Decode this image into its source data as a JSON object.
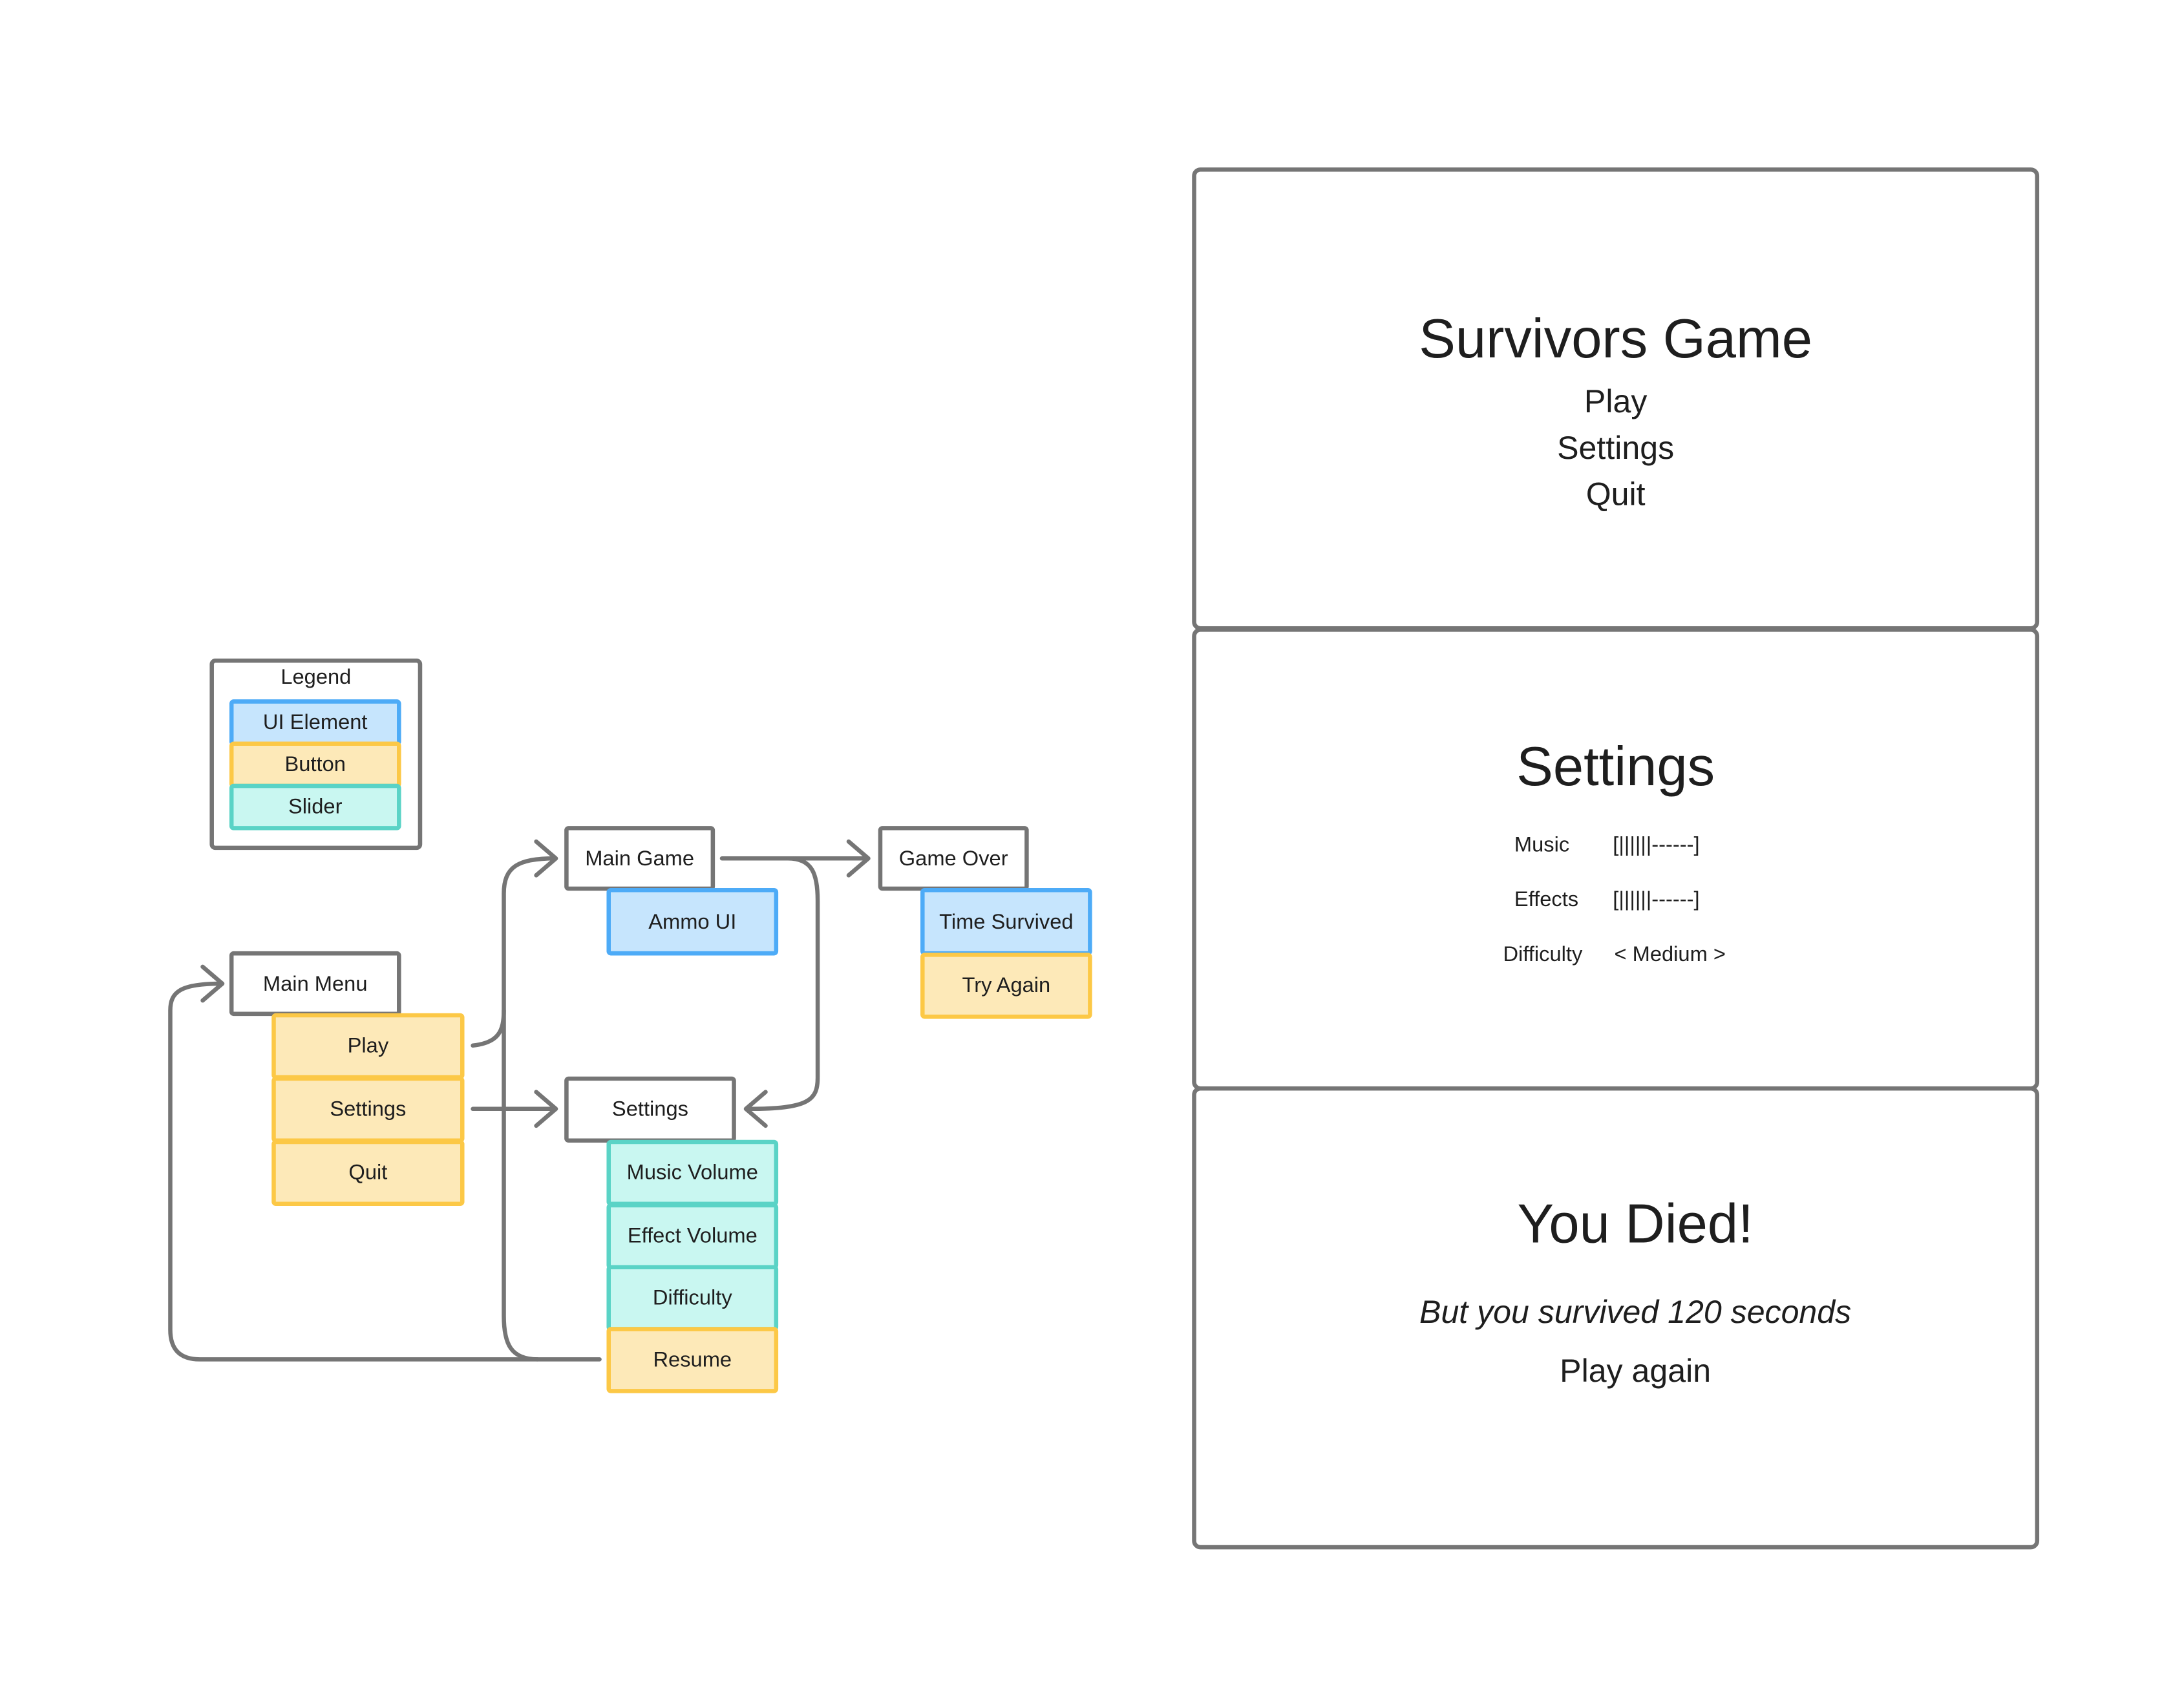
{
  "legend": {
    "title": "Legend",
    "items": [
      "UI Element",
      "Button",
      "Slider"
    ]
  },
  "flow": {
    "main_menu": {
      "title": "Main Menu",
      "buttons": [
        "Play",
        "Settings",
        "Quit"
      ]
    },
    "main_game": {
      "title": "Main Game",
      "ui": "Ammo UI"
    },
    "game_over": {
      "title": "Game Over",
      "ui": "Time Survived",
      "button": "Try Again"
    },
    "settings": {
      "title": "Settings",
      "sliders": [
        "Music Volume",
        "Effect Volume",
        "Difficulty"
      ],
      "button": "Resume"
    }
  },
  "screens": {
    "main_menu": {
      "title": "Survivors Game",
      "options": [
        "Play",
        "Settings",
        "Quit"
      ]
    },
    "settings": {
      "title": "Settings",
      "rows": [
        {
          "label": "Music",
          "value": "[||||||------]"
        },
        {
          "label": "Effects",
          "value": "[||||||------]"
        },
        {
          "label": "Difficulty",
          "value": "< Medium >"
        }
      ]
    },
    "game_over": {
      "title": "You Died!",
      "subtitle": "But you survived 120 seconds",
      "action": "Play again"
    }
  },
  "colors": {
    "ui_element": "#4dabf7",
    "button": "#fcc846",
    "slider": "#5ad3c6",
    "stroke": "#757575"
  }
}
